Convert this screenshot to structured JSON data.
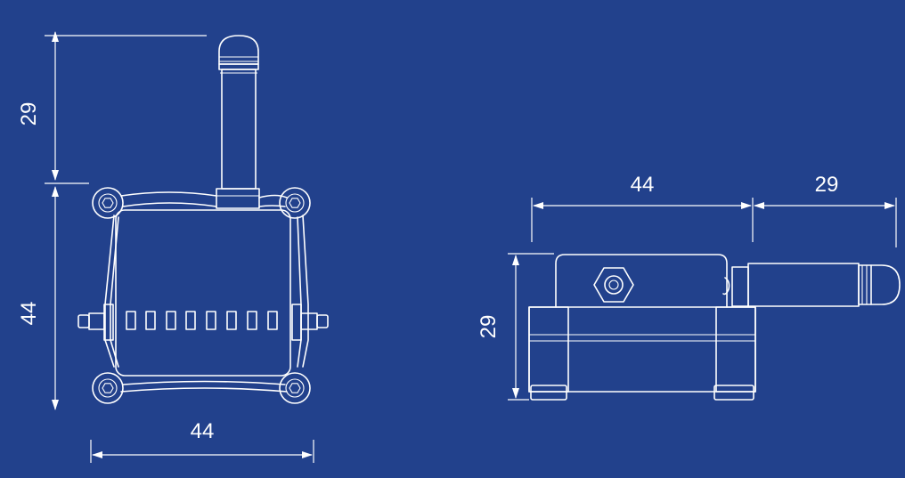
{
  "colors": {
    "background": "#22418C",
    "line": "#FFFFFF"
  },
  "front_view": {
    "antenna_height_label": "29",
    "body_height_label": "44",
    "body_width_label": "44"
  },
  "side_view": {
    "body_length_label": "44",
    "antenna_length_label": "29",
    "height_label": "29"
  }
}
